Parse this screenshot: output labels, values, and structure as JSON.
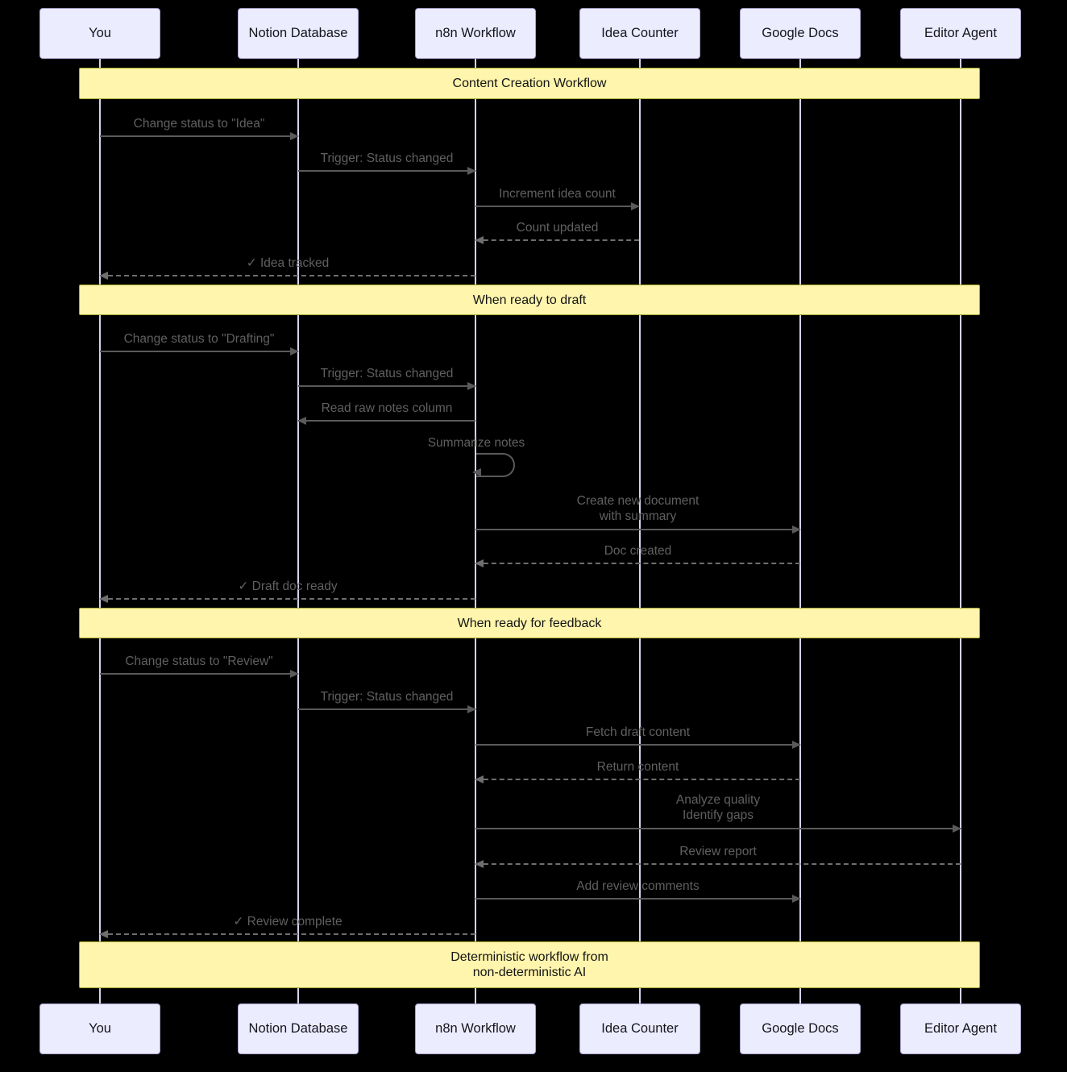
{
  "diagram": {
    "type": "sequence-diagram",
    "colors": {
      "background": "#000000",
      "actor_fill": "#ECECFF",
      "actor_border": "#A9A2CD",
      "note_fill": "#FFF5AD",
      "note_border": "#AAAA33",
      "lifeline": "#D7D1EA",
      "message_line": "#5A5A5A",
      "message_text": "#606060"
    }
  },
  "actors": [
    {
      "name": "You"
    },
    {
      "name": "Notion Database"
    },
    {
      "name": "n8n Workflow"
    },
    {
      "name": "Idea Counter"
    },
    {
      "name": "Google Docs"
    },
    {
      "name": "Editor Agent"
    }
  ],
  "notes": [
    {
      "line1": "Content Creation Workflow",
      "line2": ""
    },
    {
      "line1": "When ready to draft",
      "line2": ""
    },
    {
      "line1": "When ready for feedback",
      "line2": ""
    },
    {
      "line1": "Deterministic workflow from",
      "line2": "non-deterministic AI"
    }
  ],
  "messages": [
    {
      "from": "You",
      "to": "Notion Database",
      "label": "Change status to \"Idea\"",
      "style": "solid"
    },
    {
      "from": "Notion Database",
      "to": "n8n Workflow",
      "label": "Trigger: Status changed",
      "style": "solid"
    },
    {
      "from": "n8n Workflow",
      "to": "Idea Counter",
      "label": "Increment idea count",
      "style": "solid"
    },
    {
      "from": "Idea Counter",
      "to": "n8n Workflow",
      "label": "Count updated",
      "style": "dashed"
    },
    {
      "from": "n8n Workflow",
      "to": "You",
      "label": "✓ Idea tracked",
      "style": "dashed"
    },
    {
      "from": "You",
      "to": "Notion Database",
      "label": "Change status to \"Drafting\"",
      "style": "solid"
    },
    {
      "from": "Notion Database",
      "to": "n8n Workflow",
      "label": "Trigger: Status changed",
      "style": "solid"
    },
    {
      "from": "n8n Workflow",
      "to": "Notion Database",
      "label": "Read raw notes column",
      "style": "solid"
    },
    {
      "from": "n8n Workflow",
      "to": "n8n Workflow",
      "label": "Summarize notes",
      "style": "self"
    },
    {
      "from": "n8n Workflow",
      "to": "Google Docs",
      "label": "Create new document",
      "label2": "with summary",
      "style": "solid"
    },
    {
      "from": "Google Docs",
      "to": "n8n Workflow",
      "label": "Doc created",
      "style": "dashed"
    },
    {
      "from": "n8n Workflow",
      "to": "You",
      "label": "✓ Draft doc ready",
      "style": "dashed"
    },
    {
      "from": "You",
      "to": "Notion Database",
      "label": "Change status to \"Review\"",
      "style": "solid"
    },
    {
      "from": "Notion Database",
      "to": "n8n Workflow",
      "label": "Trigger: Status changed",
      "style": "solid"
    },
    {
      "from": "n8n Workflow",
      "to": "Google Docs",
      "label": "Fetch draft content",
      "style": "solid"
    },
    {
      "from": "Google Docs",
      "to": "n8n Workflow",
      "label": "Return content",
      "style": "dashed"
    },
    {
      "from": "n8n Workflow",
      "to": "Editor Agent",
      "label": "Analyze quality",
      "label2": "Identify gaps",
      "style": "solid"
    },
    {
      "from": "Editor Agent",
      "to": "n8n Workflow",
      "label": "Review report",
      "style": "dashed"
    },
    {
      "from": "n8n Workflow",
      "to": "Google Docs",
      "label": "Add review comments",
      "style": "solid"
    },
    {
      "from": "n8n Workflow",
      "to": "You",
      "label": "✓ Review complete",
      "style": "dashed"
    }
  ]
}
